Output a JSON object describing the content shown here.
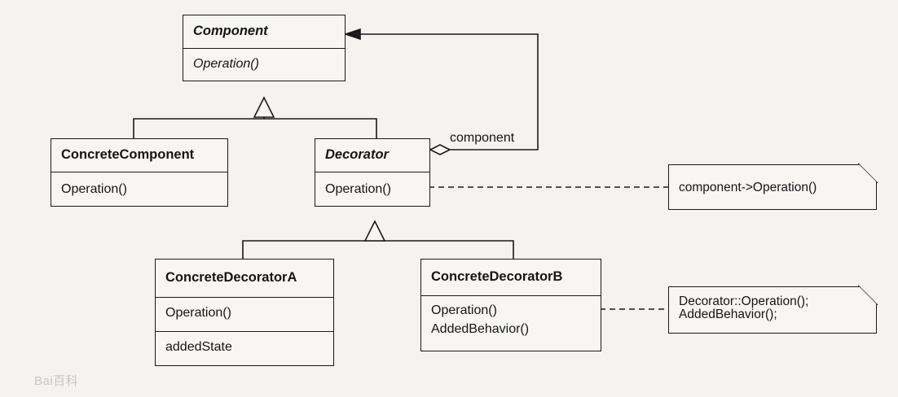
{
  "classes": {
    "component": {
      "name": "Component",
      "operations": [
        "Operation()"
      ]
    },
    "concrete_component": {
      "name": "ConcreteComponent",
      "operations": [
        "Operation()"
      ]
    },
    "decorator": {
      "name": "Decorator",
      "operations": [
        "Operation()"
      ]
    },
    "concrete_decorator_a": {
      "name": "ConcreteDecoratorA",
      "operations": [
        "Operation()"
      ],
      "attributes": [
        "addedState"
      ]
    },
    "concrete_decorator_b": {
      "name": "ConcreteDecoratorB",
      "operations": [
        "Operation()",
        "AddedBehavior()"
      ]
    }
  },
  "association_label": "component",
  "notes": {
    "decorator_note": [
      "component->Operation()"
    ],
    "decorator_b_note": [
      "Decorator::Operation();",
      "AddedBehavior();"
    ]
  },
  "watermark": "Bai百科",
  "colors": {
    "ink": "#1a1a1a",
    "paper": "#f4f3f0"
  }
}
